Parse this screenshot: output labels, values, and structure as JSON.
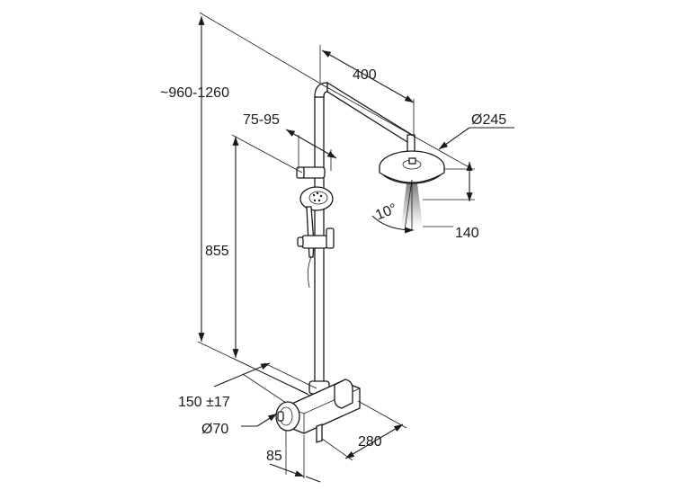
{
  "dimensions": {
    "total_height": "~960-1260",
    "arm_length": "400",
    "head_diameter": "Ø245",
    "head_drop": "140",
    "tilt_angle": "10°",
    "holder_offset": "75-95",
    "holder_height": "855",
    "inlet_spacing": "150 ±17",
    "handle_diameter": "Ø70",
    "wall_distance": "280",
    "mixer_depth": "85"
  },
  "colors": {
    "line": "#1a1a1a",
    "background": "#ffffff"
  }
}
